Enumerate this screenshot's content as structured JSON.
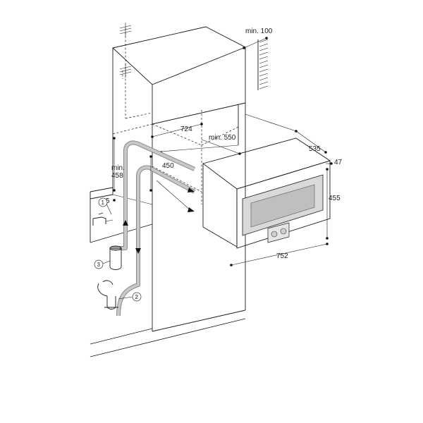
{
  "dimensions": {
    "min_100": "min. 100",
    "w_724": "724",
    "min_550": "min. 550",
    "d_535": "535",
    "d_47": "47",
    "h_455": "455",
    "w_752": "752",
    "h_450": "450",
    "min": "min.",
    "h_458": "458",
    "d_5": "5"
  },
  "callouts": {
    "c1": "1",
    "c2": "2",
    "c3": "3"
  },
  "colors": {
    "line": "#1a1a1a",
    "hose_fill": "#c8c8c8",
    "hose_edge": "#8a8a8a",
    "appliance_inner": "#bfbfbf"
  }
}
